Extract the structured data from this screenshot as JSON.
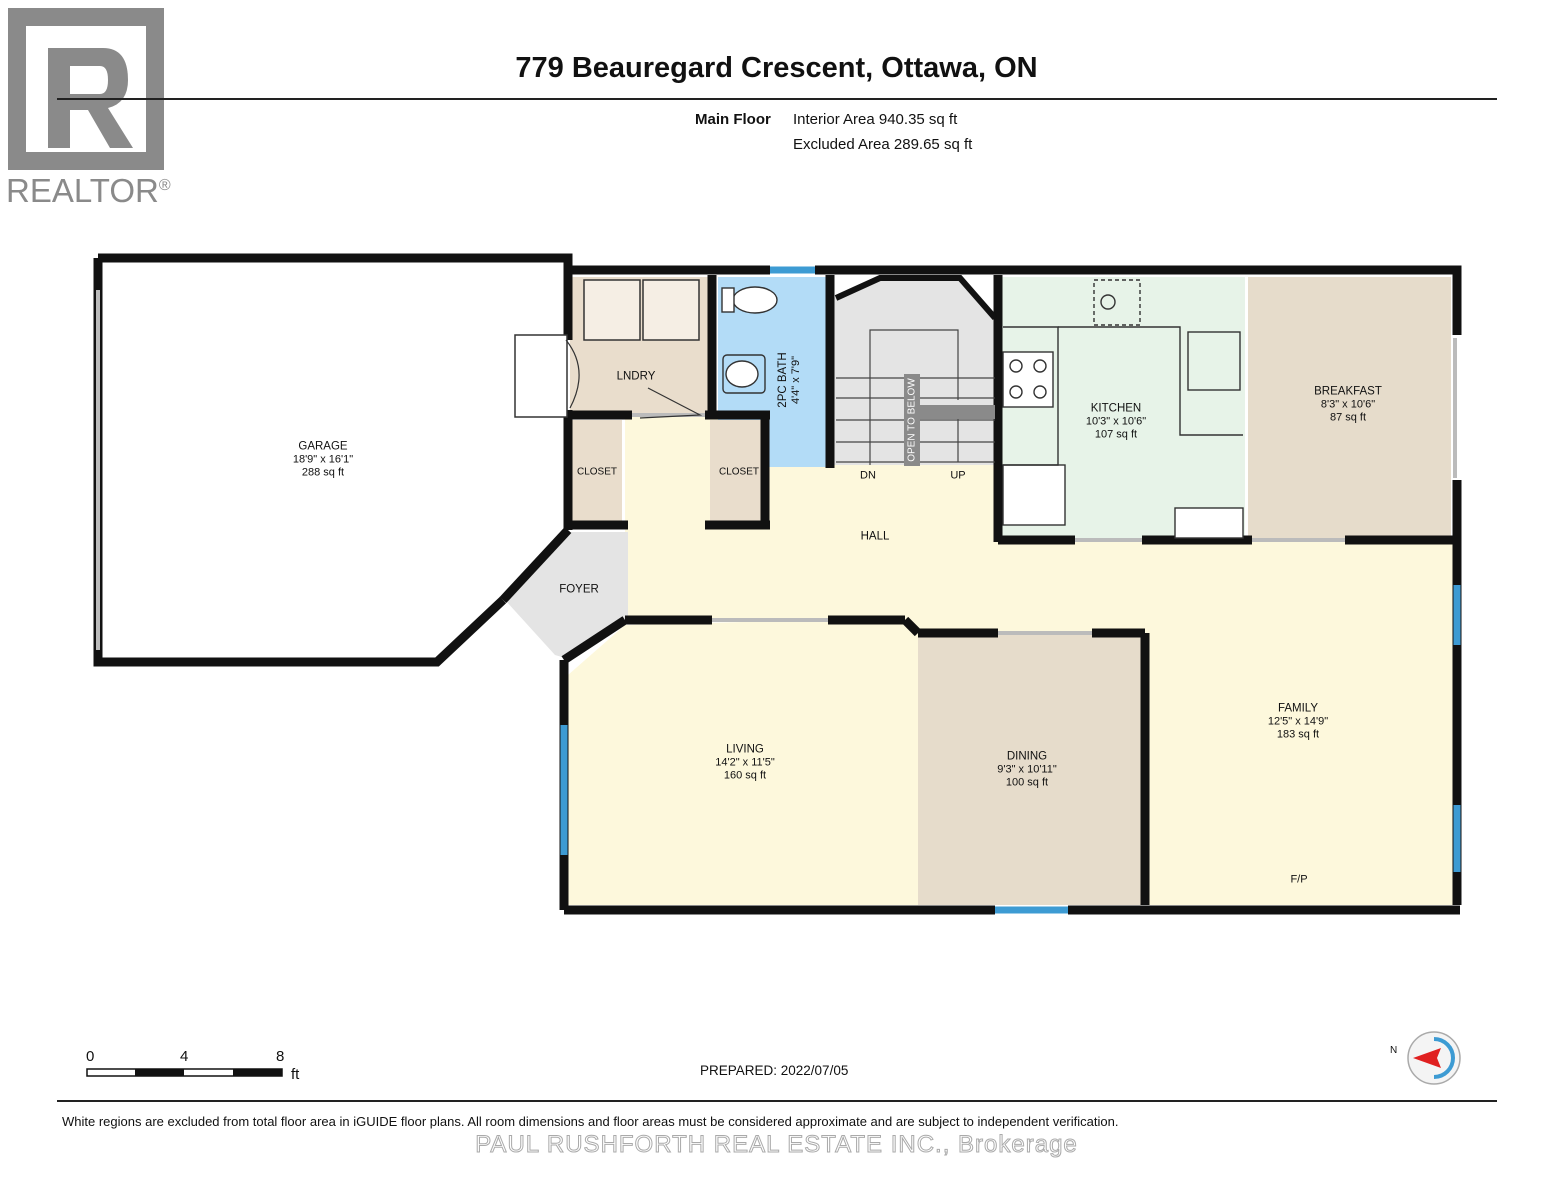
{
  "header": {
    "title": "779 Beauregard Crescent, Ottawa, ON",
    "floor_label": "Main Floor",
    "interior_area": "Interior Area 940.35 sq ft",
    "excluded_area": "Excluded Area 289.65 sq ft"
  },
  "logo": {
    "text": "REALTOR",
    "mark": "®"
  },
  "rooms": {
    "garage": {
      "name": "GARAGE",
      "dims": "18'9\" x 16'1\"",
      "area": "288 sq ft"
    },
    "laundry": {
      "name": "LNDRY"
    },
    "bath": {
      "name": "2PC BATH",
      "dims": "4'4\" x 7'9\""
    },
    "closet_left": {
      "name": "CLOSET"
    },
    "closet_right": {
      "name": "CLOSET"
    },
    "kitchen": {
      "name": "KITCHEN",
      "dims": "10'3\" x 10'6\"",
      "area": "107 sq ft"
    },
    "breakfast": {
      "name": "BREAKFAST",
      "dims": "8'3\" x 10'6\"",
      "area": "87 sq ft"
    },
    "hall": {
      "name": "HALL"
    },
    "foyer": {
      "name": "FOYER"
    },
    "living": {
      "name": "LIVING",
      "dims": "14'2\" x 11'5\"",
      "area": "160 sq ft"
    },
    "dining": {
      "name": "DINING",
      "dims": "9'3\" x 10'11\"",
      "area": "100 sq ft"
    },
    "family": {
      "name": "FAMILY",
      "dims": "12'5\" x 14'9\"",
      "area": "183 sq ft",
      "note": "F/P"
    }
  },
  "stairs": {
    "down": "DN",
    "up": "UP",
    "open": "OPEN TO BELOW"
  },
  "scale": {
    "ticks": [
      "0",
      "4",
      "8"
    ],
    "unit": "ft"
  },
  "compass": {
    "label": "N"
  },
  "prepared": "PREPARED: 2022/07/05",
  "footer": {
    "note": "White regions are excluded from total floor area in iGUIDE floor plans. All room dimensions and floor areas must be considered approximate and are subject to independent verification.",
    "brokerage": "PAUL RUSHFORTH REAL ESTATE INC., Brokerage"
  },
  "colors": {
    "wall": "#111111",
    "hall": "#fdf8dc",
    "laundry": "#e9ddcc",
    "bath": "#b3dcf7",
    "kitchen": "#e7f3e8",
    "breakfast": "#e6dccb",
    "dining": "#e6dccb",
    "stairs": "#e4e4e4",
    "window": "#3d9bd3"
  }
}
